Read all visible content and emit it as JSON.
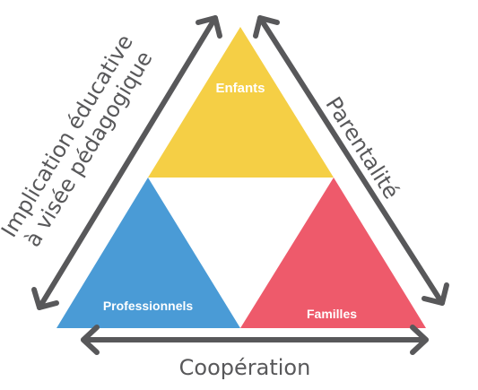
{
  "diagram": {
    "nodes": {
      "top": {
        "label": "Enfants",
        "color": "#f5cf45"
      },
      "left": {
        "label": "Professionnels",
        "color": "#4a9bd6"
      },
      "right": {
        "label": "Familles",
        "color": "#ee5a6b"
      }
    },
    "edges": {
      "left": {
        "line1": "Implication éducative",
        "line2": "à visée pédagogique"
      },
      "right": {
        "label": "Parentalité"
      },
      "bottom": {
        "label": "Coopération"
      }
    },
    "arrow_color": "#58585a"
  }
}
